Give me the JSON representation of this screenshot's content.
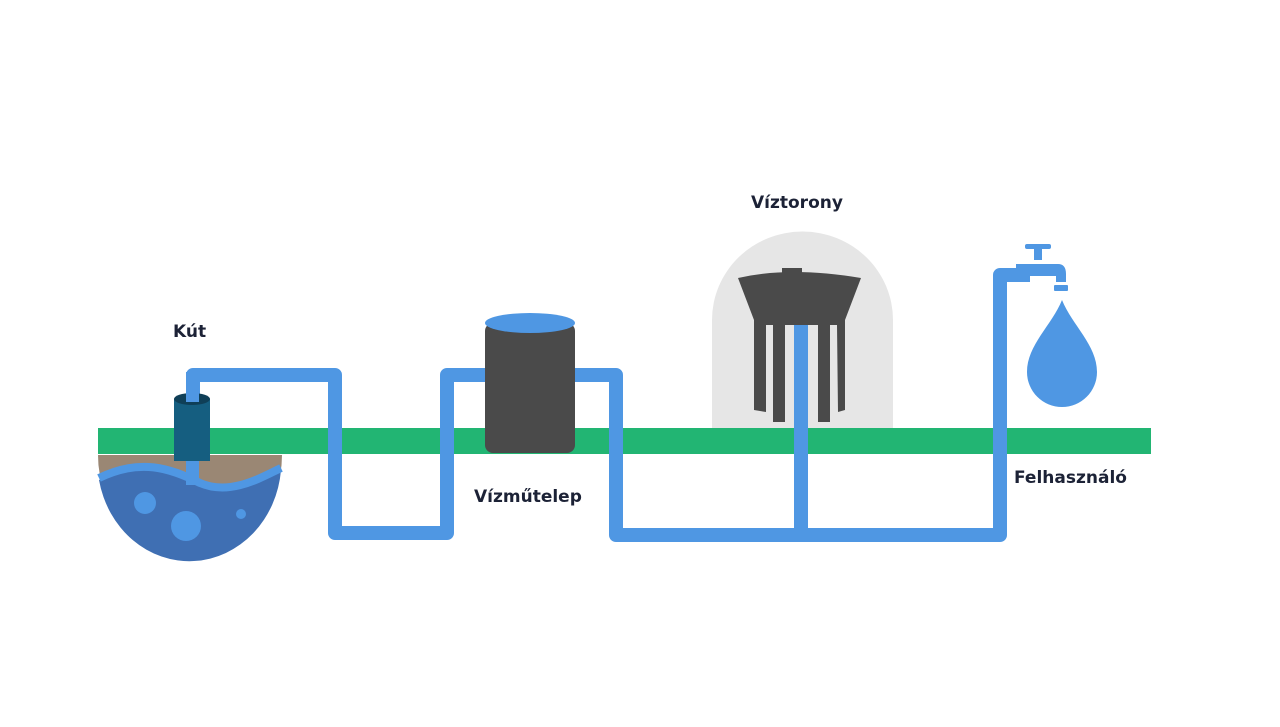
{
  "labels": {
    "well": "Kút",
    "treatment_plant": "Vízműtelep",
    "water_tower": "Víztorony",
    "consumer": "Felhasználó"
  },
  "colors": {
    "pipe": "#4f97e3",
    "ground": "#22b573",
    "soil": "#9a8774",
    "groundwater": "#3f6fb3",
    "structure": "#4a4a4a",
    "tower_backdrop": "#e6e6e6",
    "well_casing": "#155e80"
  }
}
